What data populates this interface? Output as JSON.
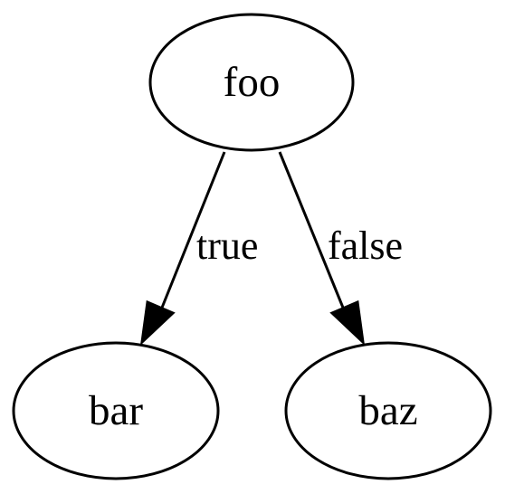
{
  "diagram": {
    "nodes": {
      "foo": {
        "label": "foo"
      },
      "bar": {
        "label": "bar"
      },
      "baz": {
        "label": "baz"
      }
    },
    "edges": [
      {
        "from": "foo",
        "to": "bar",
        "label": "true"
      },
      {
        "from": "foo",
        "to": "baz",
        "label": "false"
      }
    ]
  }
}
